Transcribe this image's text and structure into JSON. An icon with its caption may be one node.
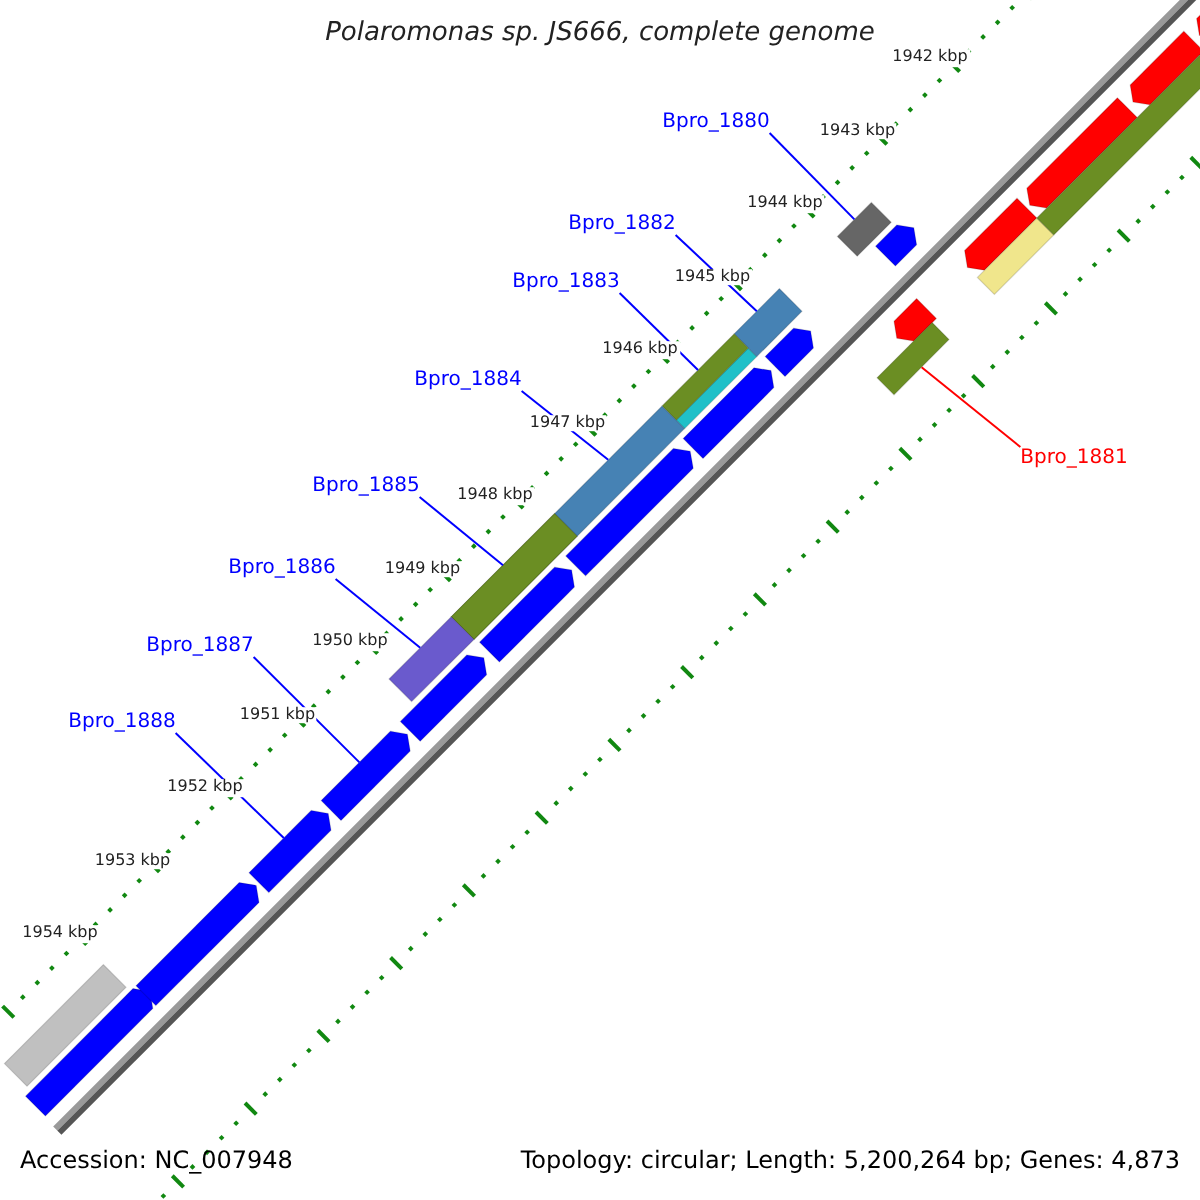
{
  "diagram": {
    "title": "Polaromonas sp. JS666, complete genome",
    "nodes": [
      {
        "text": [
          "Bpro_1880"
        ]
      },
      {
        "text": [
          "Bpro_1882"
        ]
      },
      {
        "text": [
          "Bpro_1883"
        ]
      },
      {
        "text": [
          "Bpro_1884"
        ]
      },
      {
        "text": [
          "Bpro_1881"
        ]
      },
      {
        "text": [
          "Bpro_1885"
        ]
      },
      {
        "text": [
          "Bpro_1886"
        ]
      },
      {
        "text": [
          "Bpro_1887"
        ]
      },
      {
        "text": [
          "Bpro_1888"
        ]
      },
      {
        "text": [],
        "shape": "bar"
      },
      {
        "text": [],
        "shape": "bar"
      },
      {
        "text": [],
        "shape": "bar"
      },
      {
        "text": [],
        "shape": "bar"
      },
      {
        "text": [],
        "shape": "bar"
      },
      {
        "text": [],
        "shape": "bar"
      },
      {
        "text": [],
        "shape": "bar"
      },
      {
        "text": [],
        "shape": "bar"
      },
      {
        "text": [],
        "shape": "bar"
      }
    ],
    "edges": [
      {
        "from": 0,
        "to": 9,
        "arrow": "none"
      },
      {
        "from": 1,
        "to": 10,
        "arrow": "none"
      },
      {
        "from": 2,
        "to": 11,
        "arrow": "none"
      },
      {
        "from": 3,
        "to": 12,
        "arrow": "none"
      },
      {
        "from": 4,
        "to": 13,
        "arrow": "none",
        "color": "#ff0000"
      },
      {
        "from": 5,
        "to": 14,
        "arrow": "none"
      },
      {
        "from": 6,
        "to": 15,
        "arrow": "none"
      },
      {
        "from": 7,
        "to": 16,
        "arrow": "none"
      },
      {
        "from": 8,
        "to": 17,
        "arrow": "none"
      }
    ],
    "labels": [
      "1942 kbp",
      "1943 kbp",
      "1944 kbp",
      "1945 kbp",
      "1946 kbp",
      "1947 kbp",
      "1948 kbp",
      "1949 kbp",
      "1950 kbp",
      "1951 kbp",
      "1952 kbp",
      "1953 kbp",
      "1954 kbp",
      "Accession: NC_007948",
      "Topology: circular; Length: 5,200,264 bp; Genes: 4,873"
    ]
  }
}
